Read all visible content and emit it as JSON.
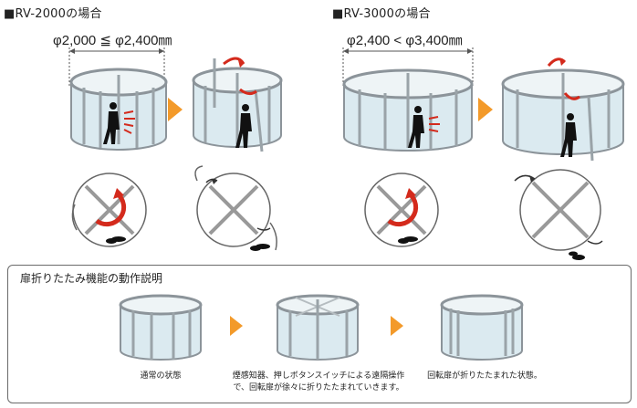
{
  "sections": {
    "rv2000": {
      "title": "■RV-2000の場合",
      "dimension": "φ2,000 ≦ φ2,400㎜"
    },
    "rv3000": {
      "title": "■RV-3000の場合",
      "dimension": "φ2,400 < φ3,400㎜"
    }
  },
  "fold_box": {
    "title": "扉折りたたみ機能の動作説明",
    "captions": {
      "normal": "通常の状態",
      "operation_line1": "煙感知器、押しボタンスイッチによる遠隔操作",
      "operation_line2": "で、回転扉が徐々に折りたたまれていきます。",
      "folded": "回転扉が折りたたまれた状態。"
    }
  },
  "colors": {
    "arrow": "#f39a2a",
    "rotation": "#d42a1c",
    "glass": "#cfe3ea",
    "frame": "#8c949a",
    "floor": "#e4ead0"
  }
}
